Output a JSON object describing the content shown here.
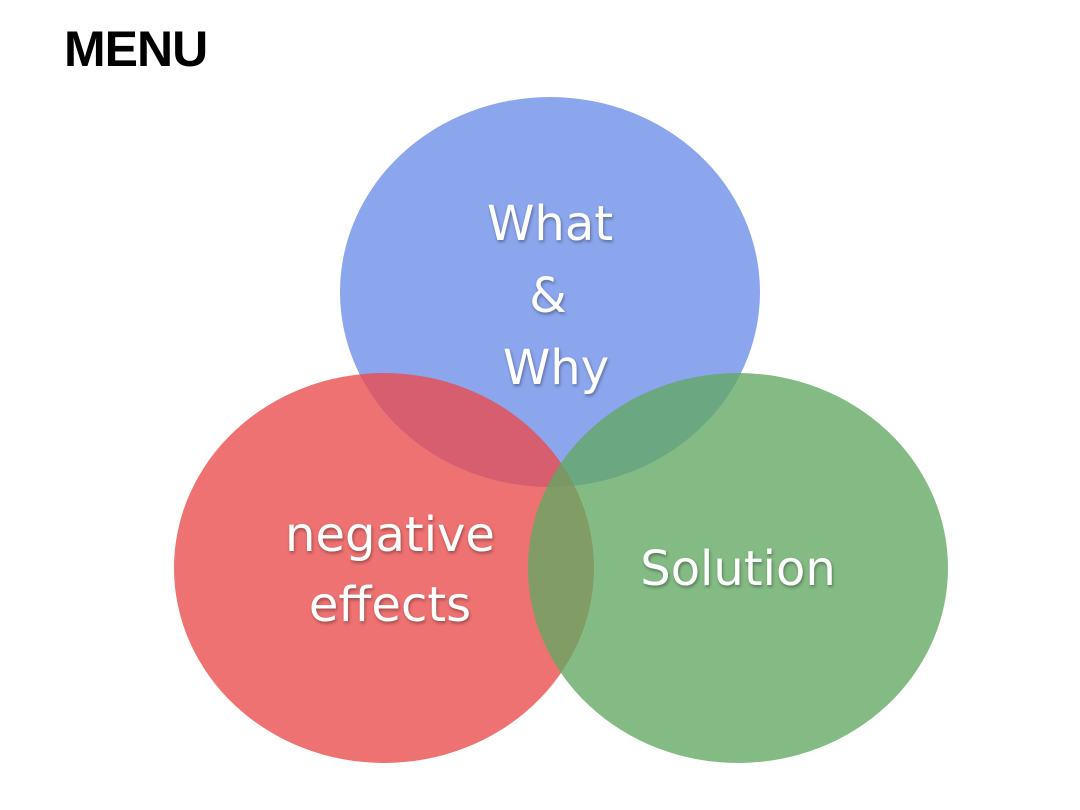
{
  "slide": {
    "title": "MENU"
  },
  "diagram": {
    "type": "venn",
    "circles": [
      {
        "id": "top",
        "lines": [
          "What",
          "&",
          "Why"
        ],
        "color": "#6b8de9"
      },
      {
        "id": "left",
        "lines": [
          "negative",
          "effects"
        ],
        "color": "#ea4a4a"
      },
      {
        "id": "right",
        "lines": [
          "Solution"
        ],
        "color": "#62a862"
      }
    ]
  }
}
